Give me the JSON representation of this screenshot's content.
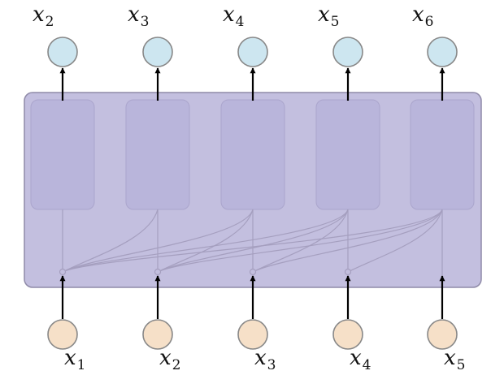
{
  "colors": {
    "block_fill": "#c3bfdf",
    "block_stroke": "#8f8aa8",
    "cell_fill": "#b9b5db",
    "cell_stroke": "#aaa5cc",
    "connection": "#a59fbf",
    "output_node_fill": "#cde6f0",
    "input_node_fill": "#f6e0c8",
    "node_stroke": "#888888",
    "arrow": "#000000"
  },
  "outputs": [
    {
      "var": "x",
      "sub": "2"
    },
    {
      "var": "x",
      "sub": "3"
    },
    {
      "var": "x",
      "sub": "4"
    },
    {
      "var": "x",
      "sub": "5"
    },
    {
      "var": "x",
      "sub": "6"
    }
  ],
  "inputs": [
    {
      "var": "x",
      "sub": "1"
    },
    {
      "var": "x",
      "sub": "2"
    },
    {
      "var": "x",
      "sub": "3"
    },
    {
      "var": "x",
      "sub": "4"
    },
    {
      "var": "x",
      "sub": "5"
    }
  ],
  "connections": "each input feeds its own position and every later position (causal)"
}
